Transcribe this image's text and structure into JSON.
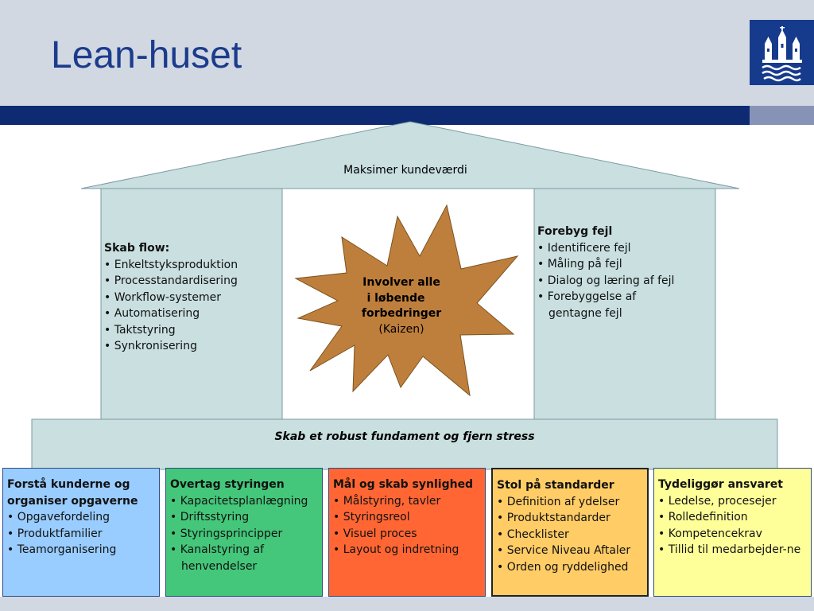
{
  "slide": {
    "title": "Lean-huset"
  },
  "roof": {
    "label": "Maksimer kundeværdi"
  },
  "left_pillar": {
    "heading": "Skab flow:",
    "items": [
      "Enkeltstyksproduktion",
      "Processtandardisering",
      "Workflow-systemer",
      "Automatisering",
      "Taktstyring",
      "Synkronisering"
    ]
  },
  "center": {
    "line1": "Involver alle",
    "line2": "i løbende",
    "line3": "forbedringer",
    "line4": "(Kaizen)"
  },
  "right_pillar": {
    "heading": "Forebyg fejl",
    "items": [
      "Identificere fejl",
      "Måling på fejl",
      "Dialog og læring af fejl",
      "Forebyggelse af gentagne fejl"
    ]
  },
  "foundation": {
    "label": "Skab et robust fundament og fjern stress"
  },
  "boxes": [
    {
      "heading": "Forstå kunderne og organiser opgaverne",
      "items": [
        "Opgavefordeling",
        "Produktfamilier",
        "Teamorganisering"
      ],
      "color": "#99ccff"
    },
    {
      "heading": "Overtag styringen",
      "items": [
        "Kapacitetsplanlægning",
        "Driftsstyring",
        "Styringsprincipper",
        "Kanalstyring af henvendelser"
      ],
      "color": "#44c77a"
    },
    {
      "heading": "Mål og skab synlighed",
      "items": [
        "Målstyring, tavler",
        "Styringsreol",
        "Visuel proces",
        "Layout og indretning"
      ],
      "color": "#ff6633"
    },
    {
      "heading": "Stol på standarder",
      "items": [
        "Definition af ydelser",
        "Produktstandarder",
        "Checklister",
        "Service Niveau Aftaler",
        "Orden og ryddelighed"
      ],
      "color": "#ffcc66"
    },
    {
      "heading": "Tydeliggør ansvaret",
      "items": [
        "Ledelse, procesejer",
        "Rolledefinition",
        "Kompetencekrav",
        "Tillid til medarbejder-ne"
      ],
      "color": "#ffff99"
    }
  ],
  "colors": {
    "header_bg": "#d1d8e2",
    "band": "#0e2a72",
    "title": "#1b3b8c",
    "house_fill": "#c9dfe0",
    "star_fill": "#bf7f3c"
  },
  "icons": {
    "logo": "copenhagen-coat-of-arms-icon"
  }
}
